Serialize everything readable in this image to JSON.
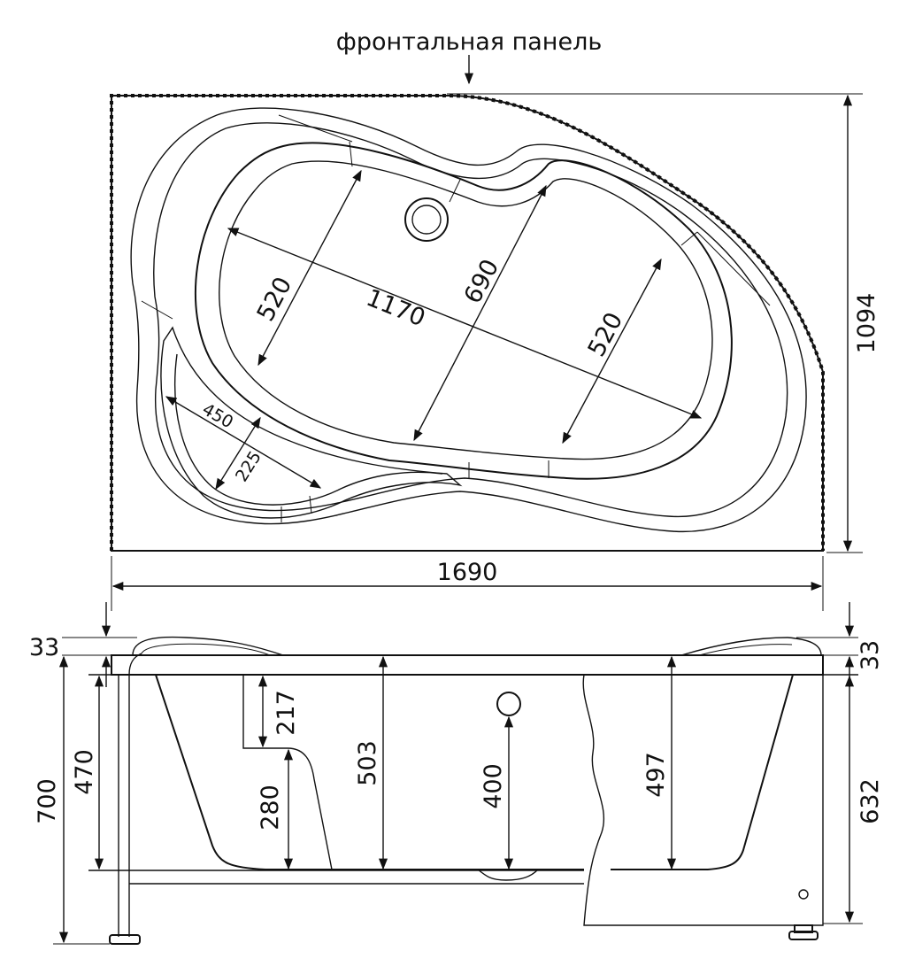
{
  "title": "фронтальная панель",
  "colors": {
    "ink": "#111111",
    "paper": "#ffffff"
  },
  "top_view": {
    "width": "1690",
    "depth": "1094",
    "main_length": "1170",
    "width_left": "520",
    "width_middle": "690",
    "width_right": "520",
    "seat_length": "450",
    "seat_width": "225"
  },
  "side_view": {
    "rim_left": "33",
    "rim_right": "33",
    "total_height": "700",
    "to_floor_left": "470",
    "step_depth": "217",
    "step_height": "280",
    "depth_main": "503",
    "drain_height": "400",
    "depth_right": "497",
    "panel_height": "632"
  }
}
